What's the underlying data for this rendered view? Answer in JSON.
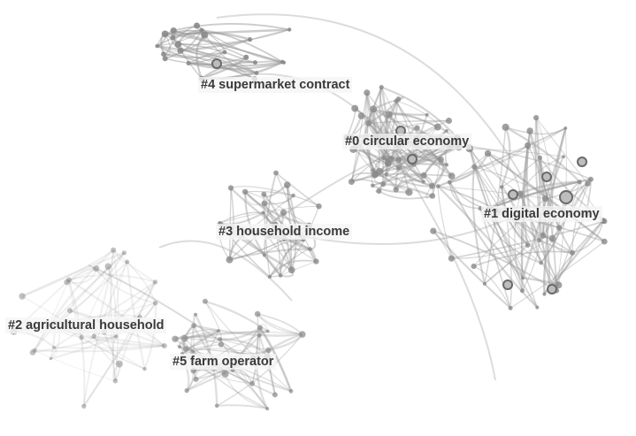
{
  "clusters": [
    {
      "id": 0,
      "label": "#0 circular economy"
    },
    {
      "id": 1,
      "label": "#1 digital economy"
    },
    {
      "id": 2,
      "label": "#2 agricultural household"
    },
    {
      "id": 3,
      "label": "#3 household income"
    },
    {
      "id": 4,
      "label": "#4 supermarket contract"
    },
    {
      "id": 5,
      "label": "#5 farm operator"
    }
  ],
  "colors": {
    "background": "#ffffff",
    "label_text": "#3a3a3a",
    "edge": "#9a9a9a",
    "node": "#8a8a8a",
    "node_highlight": "#6a6a6a"
  }
}
